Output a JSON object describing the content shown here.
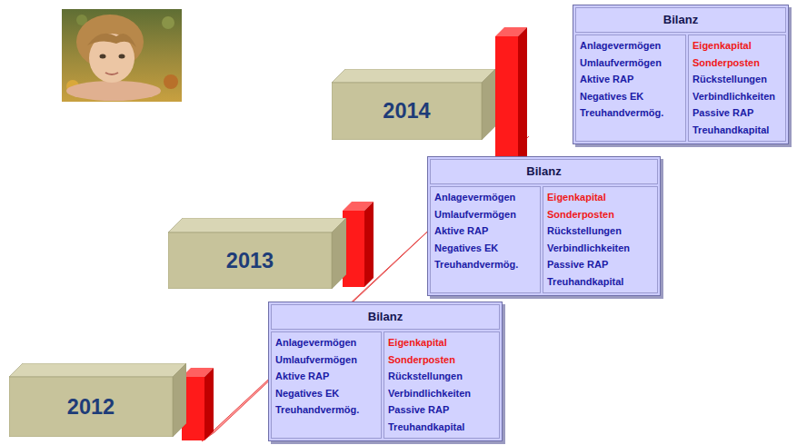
{
  "diagram": {
    "nodes": [
      {
        "text": [
          "2014"
        ]
      },
      {
        "text": [
          "Bilanz"
        ]
      },
      {
        "text": [
          "Anlagevermögen",
          "Umlaufvermögen",
          "Aktive RAP",
          "Negatives EK",
          "Treuhandvermög."
        ],
        "in": 1
      },
      {
        "text": [
          "Eigenkapital",
          "Sonderposten",
          "Rückstellungen",
          "Verbindlichkeiten",
          "Passive RAP",
          "Treuhandkapital"
        ],
        "in": 1
      },
      {
        "text": [
          "2013"
        ]
      },
      {
        "text": [
          "Bilanz"
        ]
      },
      {
        "text": [
          "Anlagevermögen",
          "Umlaufvermögen",
          "Aktive RAP",
          "Negatives EK",
          "Treuhandvermög."
        ],
        "in": 5
      },
      {
        "text": [
          "Eigenkapital",
          "Sonderposten",
          "Rückstellungen",
          "Verbindlichkeiten",
          "Passive RAP",
          "Treuhandkapital"
        ],
        "in": 5
      },
      {
        "text": [
          "2012"
        ]
      },
      {
        "text": [
          "Bilanz"
        ]
      },
      {
        "text": [
          "Anlagevermögen",
          "Umlaufvermögen",
          "Aktive RAP",
          "Negatives EK",
          "Treuhandvermög."
        ],
        "in": 9
      },
      {
        "text": [
          "Eigenkapital",
          "Sonderposten",
          "Rückstellungen",
          "Verbindlichkeiten",
          "Passive RAP",
          "Treuhandkapital"
        ],
        "in": 9
      }
    ]
  }
}
